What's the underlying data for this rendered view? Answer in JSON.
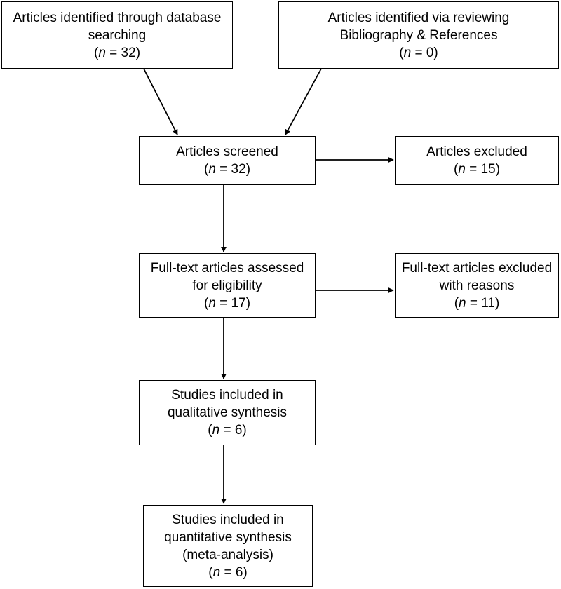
{
  "boxes": {
    "db_search": {
      "lines": [
        "Articles identified through database",
        "searching"
      ],
      "n_label": "n",
      "n_value": "32"
    },
    "references": {
      "lines": [
        "Articles identified via reviewing",
        "Bibliography & References"
      ],
      "n_label": "n",
      "n_value": "0"
    },
    "screened": {
      "lines": [
        "Articles screened"
      ],
      "n_label": "n",
      "n_value": "32"
    },
    "excluded": {
      "lines": [
        "Articles excluded"
      ],
      "n_label": "n",
      "n_value": "15"
    },
    "fulltext": {
      "lines": [
        "Full-text articles assessed",
        "for eligibility"
      ],
      "n_label": "n",
      "n_value": "17"
    },
    "fulltext_excluded": {
      "lines": [
        "Full-text articles excluded",
        "with reasons"
      ],
      "n_label": "n",
      "n_value": "11"
    },
    "qualitative": {
      "lines": [
        "Studies included in",
        "qualitative synthesis"
      ],
      "n_label": "n",
      "n_value": "6"
    },
    "quantitative": {
      "lines": [
        "Studies included in",
        "quantitative synthesis",
        "(meta-analysis)"
      ],
      "n_label": "n",
      "n_value": "6"
    }
  }
}
